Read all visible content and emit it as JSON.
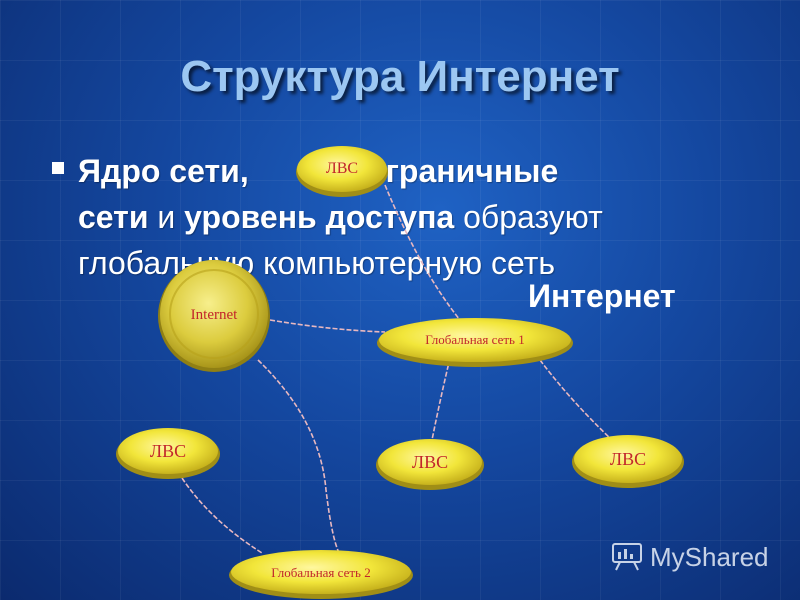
{
  "slide": {
    "title": "Структура Интернет",
    "text": {
      "bold1": "Ядро сети,",
      "bold2": "пограничные",
      "bold3": "сети",
      "plain1": " и ",
      "bold4": "уровень доступа",
      "plain2": " образуют",
      "line3": "глобальную компьютерную сеть",
      "tail": "Интернет"
    }
  },
  "diagram": {
    "nodes": {
      "internet": "Internet",
      "lvs_top": "ЛВС",
      "global1": "Глобальная сеть 1",
      "lvs_left": "ЛВС",
      "lvs_mid": "ЛВС",
      "lvs_right": "ЛВС",
      "global2": "Глобальная сеть 2"
    },
    "colors": {
      "node_fill": "#f2e63a",
      "node_dark": "#b8a21a",
      "link": "#e8b8c0",
      "label": "#c2262a"
    }
  },
  "watermark": {
    "text": "MyShared"
  }
}
